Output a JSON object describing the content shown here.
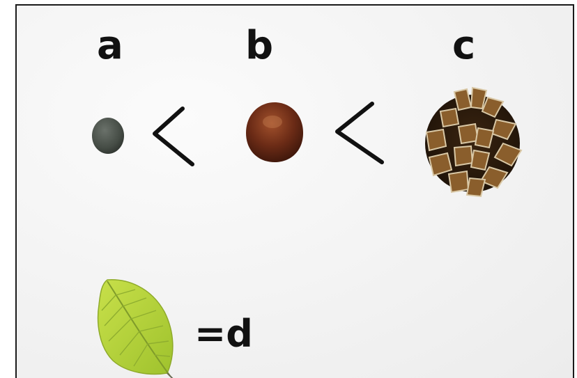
{
  "labels": {
    "a": "a",
    "b": "b",
    "c": "c",
    "d": "=d"
  },
  "relations": [
    "<",
    "<"
  ],
  "objects": [
    {
      "name": "stone",
      "color": "#4a5149"
    },
    {
      "name": "chestnut",
      "color": "#6a2a17"
    },
    {
      "name": "pine-cone",
      "color": "#7a5528"
    },
    {
      "name": "beech-leaf",
      "color": "#b5d43e"
    }
  ],
  "colors": {
    "ink": "#111111",
    "background": "#f3f3f3",
    "frame": "#1a1a1a"
  }
}
